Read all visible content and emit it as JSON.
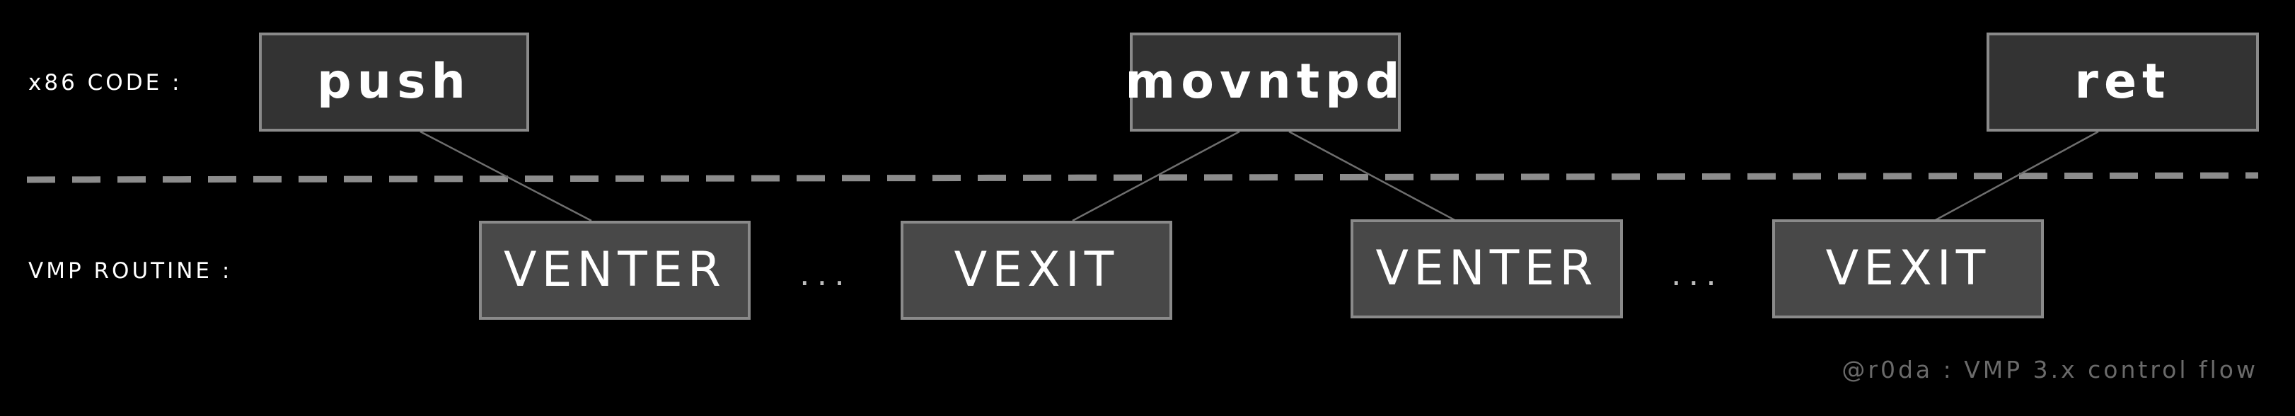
{
  "labels": {
    "x86_row": "x86 CODE :",
    "vmp_row": "VMP ROUTINE :"
  },
  "x86_instructions": [
    {
      "text": "push"
    },
    {
      "text": "movntpd"
    },
    {
      "text": "ret"
    }
  ],
  "vmp_handlers": [
    {
      "text": "VENTER"
    },
    {
      "text": "VEXIT"
    },
    {
      "text": "VENTER"
    },
    {
      "text": "VEXIT"
    }
  ],
  "ellipses": [
    "...",
    "..."
  ],
  "credit": "@r0da : VMP 3.x control flow",
  "colors": {
    "background": "#000000",
    "x86_box_fill": "#333333",
    "vmp_box_fill": "#484848",
    "box_border": "#8a8a8a",
    "divider": "#8c8c8c",
    "connector": "#6e6e6e",
    "text": "#ffffff",
    "credit_text": "#6a6a6a"
  }
}
